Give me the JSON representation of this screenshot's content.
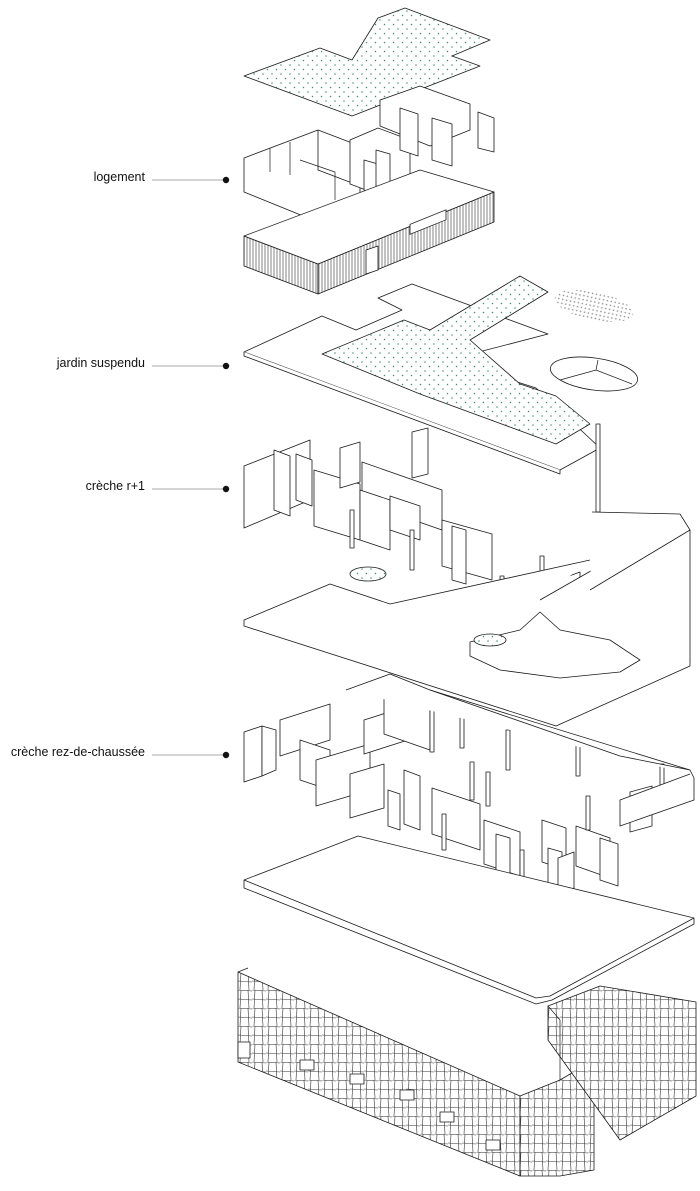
{
  "diagram": {
    "layers": [
      {
        "id": "logement",
        "label": "logement"
      },
      {
        "id": "jardin",
        "label": "jardin suspendu"
      },
      {
        "id": "r1",
        "label": "crèche r+1"
      },
      {
        "id": "rdc",
        "label": "crèche rez-de-chaussée"
      }
    ]
  },
  "colors": {
    "line": "#1a1a1a",
    "green_dots": "#3f8f6e",
    "gray_hatch": "#9a9a9a",
    "background": "#ffffff"
  }
}
